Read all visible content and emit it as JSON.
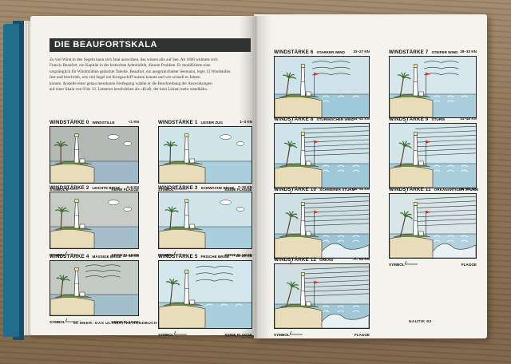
{
  "page_title": "DIE BEAUFORTSKALA",
  "intro_lines": [
    "Zu viel Wind in den Segeln kann sich fatal auswirken, das wissen alle auf See. Ab 1806 widmete sich",
    "Francis Beaufort, ein Kapitän in der britischen Admiralität, diesem Problem. Er modifizierte eine",
    "ursprünglich für Windmühlen gedachte Tabelle. Beaufort, ein ausgezeichneter Seemann, legte 13 Windstufen",
    "fest und beschrieb, wie viel Segel ein Kriegsschiff nutzen konnte und wie schnell es fahren",
    "konnte. Anstelle einer genau messbaren Festlegung wählte er die Beschreibung der Auswirkungen",
    "auf einer Skala von 0 bis 12. Letzteres beschrieben als »Kraft, der kein Leinen mehr standhält«."
  ],
  "panels": [
    {
      "level": "WINDSTÄRKE 0",
      "name": "WINDSTILLE",
      "kn": "<1 KN",
      "symbol": "SYMBOL 0",
      "flag": "KEINE FLAGGE",
      "sky": "#b3b9b4",
      "water": "#9fb9c8"
    },
    {
      "level": "WINDSTÄRKE 1",
      "name": "LEISER ZUG",
      "kn": "1–3 KN",
      "symbol": "SYMBOL",
      "flag": "KEINE FLAGGE",
      "sky": "#cfe5e8",
      "water": "#a9cfdd"
    },
    {
      "level": "WINDSTÄRKE 2",
      "name": "LEICHTE BRISE",
      "kn": "4–6 KN",
      "symbol": "SYMBOL",
      "flag": "KEINE FLAGGE",
      "sky": "#c7ccc6",
      "water": "#a4bfcb"
    },
    {
      "level": "WINDSTÄRKE 3",
      "name": "SCHWACHE BRISE",
      "kn": "7–10 KN",
      "symbol": "SYMBOL",
      "flag": "KEINE FLAGGE",
      "sky": "#cfe5ea",
      "water": "#a9cfdd"
    },
    {
      "level": "WINDSTÄRKE 4",
      "name": "MÄSSIGE BRISE",
      "kn": "11–16 KN",
      "symbol": "SYMBOL",
      "flag": "KEINE FLAGGE",
      "sky": "#c4cbc4",
      "water": "#a4c0cb"
    },
    {
      "level": "WINDSTÄRKE 5",
      "name": "FRISCHE BRISE",
      "kn": "16–20 KN",
      "symbol": "SYMBOL",
      "flag": "KEINE FLAGGE",
      "sky": "#d3e8ec",
      "water": "#a9cfdd"
    },
    {
      "level": "WINDSTÄRKE 6",
      "name": "STARKER WIND",
      "kn": "22–27 KN",
      "symbol": "SYMBOL",
      "flag": "FLAGGE",
      "sky": "#cfe4ea",
      "water": "#9fc9d8"
    },
    {
      "level": "WINDSTÄRKE 7",
      "name": "STEIFER WIND",
      "kn": "28–33 KN",
      "symbol": "SYMBOL",
      "flag": "FLAGGE",
      "sky": "#d6e8eb",
      "water": "#a9cfdd"
    },
    {
      "level": "WINDSTÄRKE 8",
      "name": "STÜRMISCHER WIND",
      "kn": "34–40 KN",
      "symbol": "SYMBOL",
      "flag": "FLAGGE",
      "sky": "#cfe4ea",
      "water": "#9fc9d8"
    },
    {
      "level": "WINDSTÄRKE 9",
      "name": "STURM",
      "kn": "41–48 KN",
      "symbol": "SYMBOL",
      "flag": "FLAGGE",
      "sky": "#d3e6ea",
      "water": "#a9cfdd"
    },
    {
      "level": "WINDSTÄRKE 10",
      "name": "SCHWERER STURM",
      "kn": "48–55 KN",
      "symbol": "SYMBOL",
      "flag": "FLAGGE",
      "sky": "#cfe0e4",
      "water": "#9cc6d6"
    },
    {
      "level": "WINDSTÄRKE 11",
      "name": "ORKANARTIGER STURM",
      "kn": "56–63 KN",
      "symbol": "SYMBOL",
      "flag": "FLAGGE",
      "sky": "#d8e6e8",
      "water": "#b2d2de"
    },
    {
      "level": "WINDSTÄRKE 12",
      "name": "ORKAN",
      "kn": ">/= 64 KN",
      "symbol": "SYMBOL",
      "flag": "FLAGGE",
      "sky": "#d0dfe2",
      "water": "#9fc7d6"
    }
  ],
  "footer_left": "90   MEER: DAS ULTIMATIVE HANDBUCH",
  "footer_right": "NAUTIK   93",
  "colors": {
    "titlebar": "#2f3230",
    "page": "#f4f2ec",
    "flag_red": "#d93b2f"
  }
}
